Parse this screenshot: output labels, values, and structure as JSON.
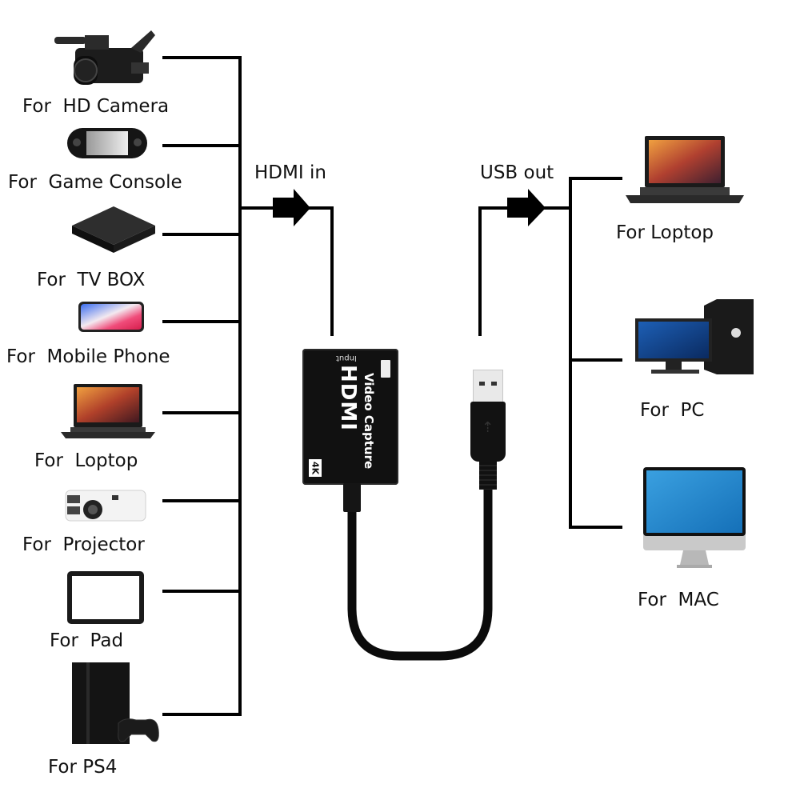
{
  "diagram": {
    "title": "HDMI Video Capture connection diagram",
    "inputs_label": "HDMI in",
    "outputs_label": "USB out",
    "device": {
      "name": "HDMI Video Capture",
      "brand_text": "HDMI",
      "product_text": "Video Capture",
      "port_label": "Input",
      "resolution_badge": "4K",
      "color": "#111111"
    },
    "sources": [
      {
        "label": "For  HD Camera",
        "icon": "camcorder-icon"
      },
      {
        "label": "For  Game Console",
        "icon": "handheld-console-icon"
      },
      {
        "label": "For  TV BOX",
        "icon": "tv-box-icon"
      },
      {
        "label": "For  Mobile Phone",
        "icon": "mobile-phone-icon"
      },
      {
        "label": "For  Loptop",
        "icon": "laptop-icon"
      },
      {
        "label": "For  Projector",
        "icon": "projector-icon"
      },
      {
        "label": "For  Pad",
        "icon": "tablet-icon"
      },
      {
        "label": "For PS4",
        "icon": "game-console-icon"
      }
    ],
    "targets": [
      {
        "label": "For Loptop",
        "icon": "laptop-icon"
      },
      {
        "label": "For  PC",
        "icon": "desktop-pc-icon"
      },
      {
        "label": "For  MAC",
        "icon": "imac-icon"
      }
    ],
    "line_color": "#000000"
  }
}
